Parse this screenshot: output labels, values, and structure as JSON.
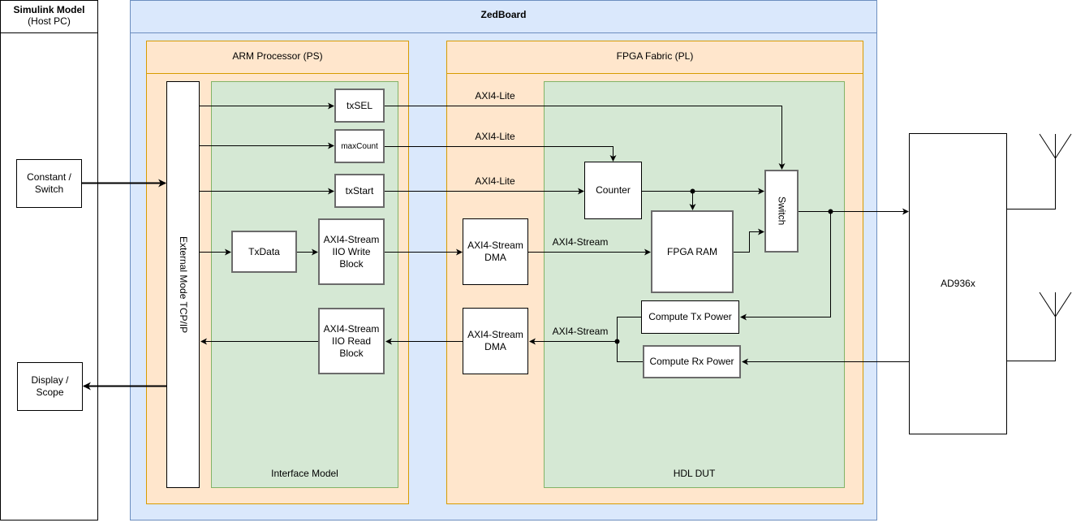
{
  "host": {
    "title": "Simulink Model",
    "subtitle": "(Host PC)",
    "blocks": {
      "constant_switch": "Constant / Switch",
      "display_scope": "Display / Scope"
    }
  },
  "zedboard": {
    "title": "ZedBoard",
    "ps": {
      "title": "ARM  Processor (PS)",
      "external_mode": "External Mode TCP/IP",
      "interface_model": {
        "title": "Interface Model",
        "blocks": {
          "txsel": "txSEL",
          "maxcount": "maxCount",
          "txstart": "txStart",
          "txdata": "TxData",
          "iio_write": "AXI4-Stream IIO Write Block",
          "iio_read": "AXI4-Stream IIO Read Block"
        }
      }
    },
    "pl": {
      "title": "FPGA Fabric (PL)",
      "dma_tx": "AXI4-Stream DMA",
      "dma_rx": "AXI4-Stream DMA",
      "hdl_dut": {
        "title": "HDL DUT",
        "blocks": {
          "counter": "Counter",
          "fpga_ram": "FPGA RAM",
          "switch": "Switch",
          "compute_tx_power": "Compute Tx Power",
          "compute_rx_power": "Compute Rx Power"
        }
      }
    }
  },
  "external": {
    "ad936x": "AD936x"
  },
  "edge_labels": {
    "axi_lite_1": "AXI4-Lite",
    "axi_lite_2": "AXI4-Lite",
    "axi_lite_3": "AXI4-Lite",
    "axi_stream_tx": "AXI4-Stream",
    "axi_stream_rx": "AXI4-Stream"
  }
}
